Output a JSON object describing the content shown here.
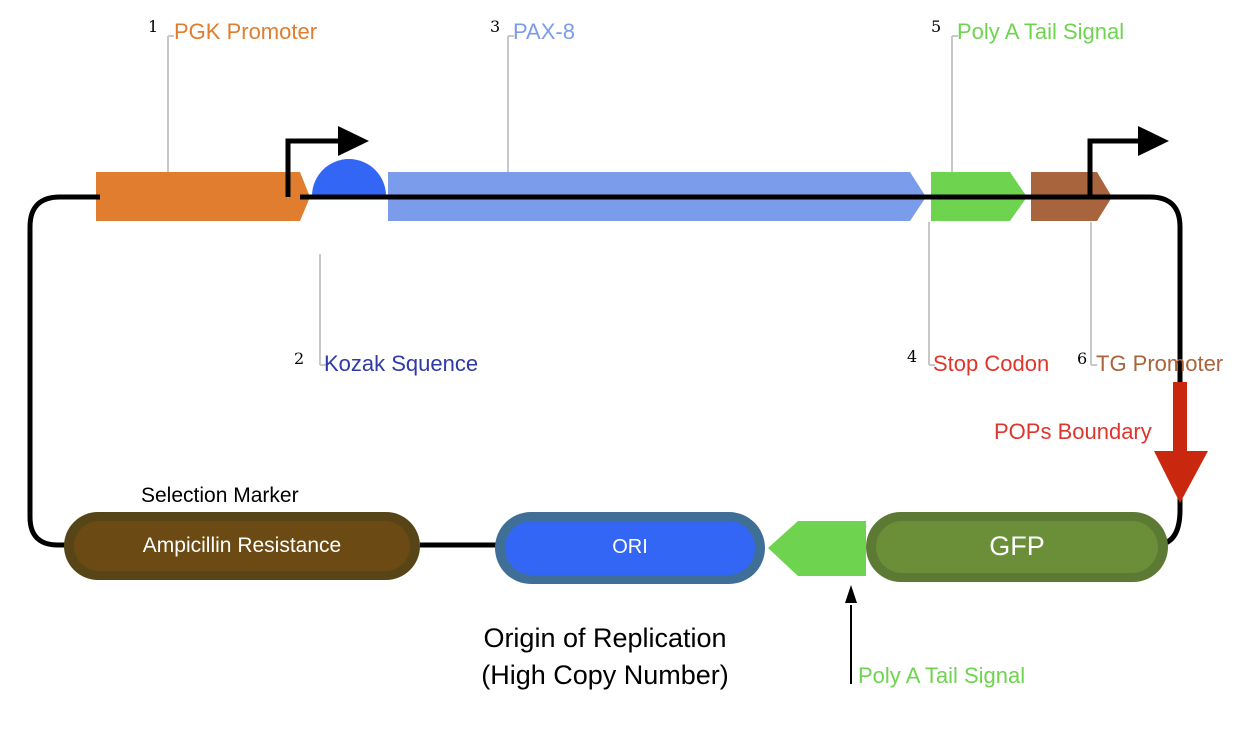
{
  "parts": [
    {
      "number": "1",
      "label": "PGK Promoter",
      "color": "#e07d2e"
    },
    {
      "number": "2",
      "label": "Kozak Squence",
      "color": "#2e3aa6"
    },
    {
      "number": "3",
      "label": "PAX-8",
      "color": "#7b9ceb"
    },
    {
      "number": "4",
      "label": "Stop Codon",
      "color": "#e0352b"
    },
    {
      "number": "5",
      "label": "Poly A Tail Signal",
      "color": "#6ed44f"
    },
    {
      "number": "6",
      "label": "TG Promoter",
      "color": "#a8643c"
    }
  ],
  "pops_boundary": {
    "label": "POPs Boundary",
    "color": "#e0352b",
    "arrow_color": "#c9280f"
  },
  "selection_marker": {
    "caption": "Selection Marker",
    "label": "Ampicillin Resistance",
    "color": "#6b4a14"
  },
  "ori": {
    "label": "ORI",
    "caption_line1": "Origin of Replication",
    "caption_line2": "(High Copy Number)",
    "color": "#3366f5"
  },
  "gfp": {
    "label": "GFP",
    "color": "#6a8f38"
  },
  "poly_a_lower": {
    "label": "Poly A Tail Signal",
    "color": "#6ed44f"
  }
}
